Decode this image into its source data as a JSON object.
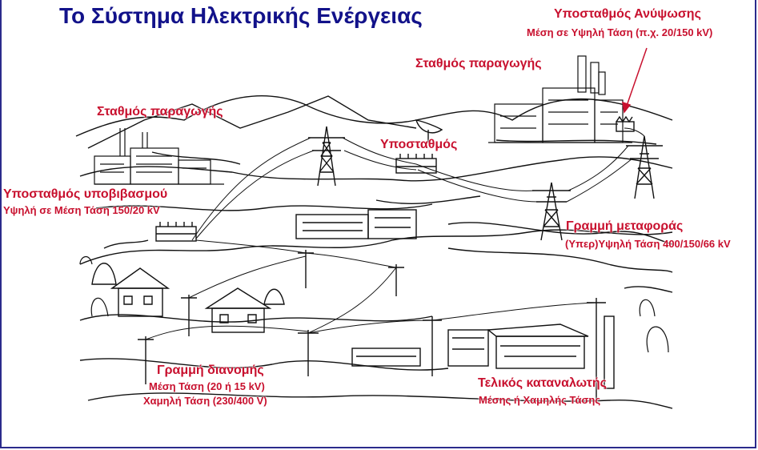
{
  "title": "Το Σύστημα Ηλεκτρικής Ενέργειας",
  "labels": {
    "step_up_substation": "Υποσταθμός Ανύψωσης",
    "step_up_voltage": "Μέση σε Υψηλή Τάση (π.χ. 20/150 kV)",
    "power_station_right": "Σταθμός παραγωγής",
    "power_station_left": "Σταθμός παραγωγής",
    "substation": "Υποσταθμός",
    "step_down_substation": "Υποσταθμός υποβιβασμού",
    "step_down_voltage": "Υψηλή σε Μέση Τάση 150/20 kV",
    "transmission_line": "Γραμμή μεταφοράς",
    "transmission_voltage": "(Υπερ)Υψηλή Τάση 400/150/66 kV",
    "distribution_line": "Γραμμή διανομής",
    "distribution_mv": "Μέση Τάση (20 ή 15 kV)",
    "distribution_lv": "Χαμηλή Τάση (230/400 V)",
    "end_consumer": "Τελικός καταναλωτής",
    "end_consumer_voltage": "Μέσης ή Χαμηλής Τάσης"
  },
  "colors": {
    "title": "#12128a",
    "labels": "#c8102e",
    "drawing": "#111111",
    "frame": "#2b2b8c"
  }
}
